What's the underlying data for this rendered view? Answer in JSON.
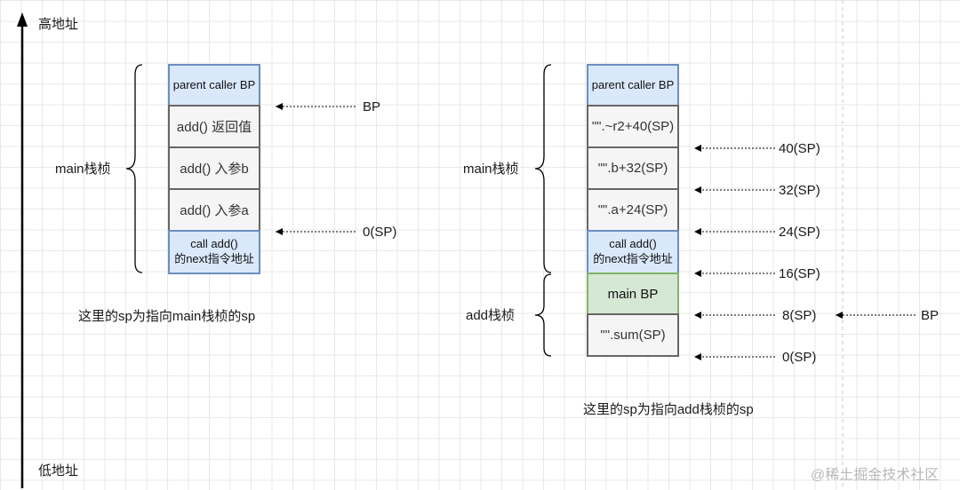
{
  "axis": {
    "high": "高地址",
    "low": "低地址"
  },
  "left": {
    "brace_label": "main栈桢",
    "cells": [
      {
        "text": "parent caller BP",
        "style": "blue"
      },
      {
        "text": "add() 返回值",
        "style": "gray"
      },
      {
        "text": "add() 入参b",
        "style": "gray"
      },
      {
        "text": "add() 入参a",
        "style": "gray"
      },
      {
        "text": "call add()\n的next指令地址",
        "style": "blue"
      }
    ],
    "pointers": [
      {
        "label": "BP"
      },
      {
        "label": "0(SP)"
      }
    ],
    "caption": "这里的sp为指向main栈桢的sp"
  },
  "right": {
    "main_brace_label": "main栈桢",
    "add_brace_label": "add栈桢",
    "cells": [
      {
        "text": "parent caller BP",
        "style": "blue"
      },
      {
        "text": "\"\".~r2+40(SP)",
        "style": "gray"
      },
      {
        "text": "\"\".b+32(SP)",
        "style": "gray"
      },
      {
        "text": "\"\".a+24(SP)",
        "style": "gray"
      },
      {
        "text": "call add()\n的next指令地址",
        "style": "blue"
      },
      {
        "text": "main BP",
        "style": "green"
      },
      {
        "text": "\"\".sum(SP)",
        "style": "gray"
      }
    ],
    "offsets": [
      "40(SP)",
      "32(SP)",
      "24(SP)",
      "16(SP)",
      "8(SP)",
      "0(SP)"
    ],
    "bp_label": "BP",
    "caption": "这里的sp为指向add栈桢的sp"
  },
  "watermark": "@稀土掘金技术社区"
}
